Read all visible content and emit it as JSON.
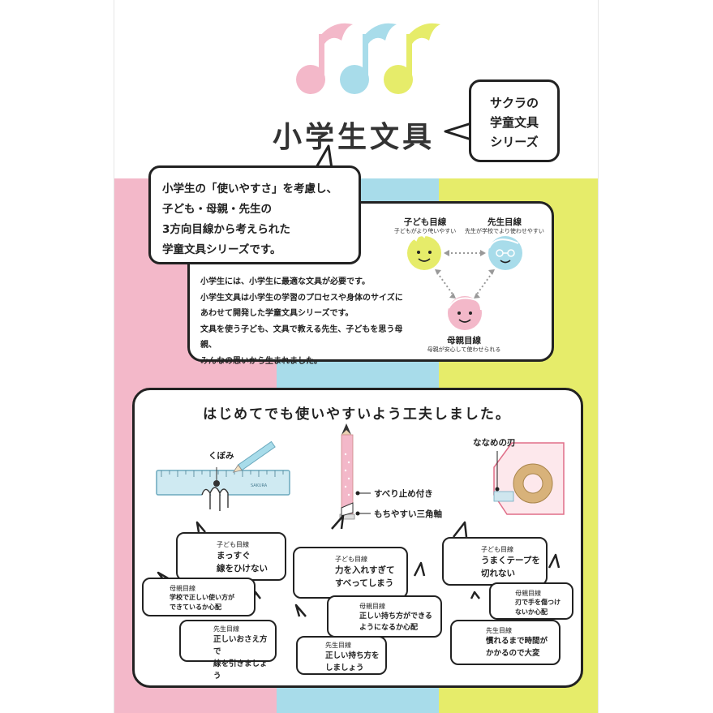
{
  "header": {
    "title": "小学生文具",
    "series_callout": [
      "サクラの",
      "学童文具",
      "シリーズ"
    ]
  },
  "intro": {
    "lines": [
      "小学生の「使いやすさ」を考慮し、",
      "子ども・母親・先生の",
      "3方向目線から考えられた",
      "学童文具シリーズです。"
    ]
  },
  "about": {
    "lines": [
      "小学生には、小学生に最適な文具が必要です。",
      "小学生文具は小学生の学習のプロセスや身体のサイズに",
      "あわせて開発した学童文具シリーズです。",
      "文具を使う子ども、文具で教える先生、子どもを思う母親、",
      "みんなの思いから生まれました。"
    ]
  },
  "perspectives": {
    "child": {
      "label": "子ども目線",
      "sub": "子どもがより使いやすい",
      "color": "#e6ec6a"
    },
    "teacher": {
      "label": "先生目線",
      "sub": "先生が学校でより使わせやすい",
      "color": "#a8dcea"
    },
    "mother": {
      "label": "母親目線",
      "sub": "母親が安心して使わせられる",
      "color": "#f3b8c9"
    }
  },
  "features": {
    "heading": "はじめてでも使いやすいよう工夫しました。",
    "ruler_callout": "くぼみ",
    "ruler_brand": "SAKURA",
    "pencil_callouts": [
      "すべり止め付き",
      "もちやすい三角軸"
    ],
    "tape_callout": "ななめの刃"
  },
  "ruler_bubbles": {
    "child": {
      "who": "子ども目線",
      "text": [
        "まっすぐ",
        "線をひけない"
      ]
    },
    "mother": {
      "who": "母親目線",
      "text": [
        "学校で正しい使い方が",
        "できているか心配"
      ]
    },
    "teacher": {
      "who": "先生目線",
      "text": [
        "正しいおさえ方で",
        "線を引きましょう"
      ]
    }
  },
  "pencil_bubbles": {
    "child": {
      "who": "子ども目線",
      "text": [
        "力を入れすぎて",
        "すべってしまう"
      ]
    },
    "mother": {
      "who": "母親目線",
      "text": [
        "正しい持ち方ができる",
        "ようになるか心配"
      ]
    },
    "teacher": {
      "who": "先生目線",
      "text": [
        "正しい持ち方を",
        "しましょう"
      ]
    }
  },
  "tape_bubbles": {
    "child": {
      "who": "子ども目線",
      "text": [
        "うまくテープを",
        "切れない"
      ]
    },
    "mother": {
      "who": "母親目線",
      "text": [
        "刃で手を傷つけ",
        "ないか心配"
      ]
    },
    "teacher": {
      "who": "先生目線",
      "text": [
        "慣れるまで時間が",
        "かかるので大変"
      ]
    }
  },
  "colors": {
    "pink": "#f3b8c9",
    "blue": "#a8dcea",
    "yellow": "#e6ec6a",
    "outline": "#222222"
  }
}
